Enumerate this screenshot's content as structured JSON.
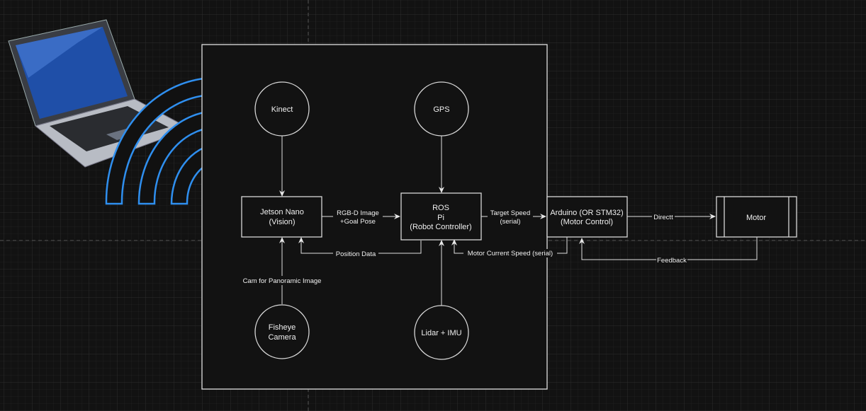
{
  "nodes": {
    "kinect": "Kinect",
    "gps": "GPS",
    "jetson": [
      "Jetson Nano",
      "(Vision)"
    ],
    "ros": [
      "ROS",
      "Pi",
      "(Robot Controller)"
    ],
    "arduino": [
      "Arduino (OR STM32)",
      "(Motor Control)"
    ],
    "motor": "Motor",
    "fisheye": [
      "Fisheye",
      "Camera"
    ],
    "lidar": "Lidar + IMU"
  },
  "edges": {
    "rgbd": [
      "RGB-D Image",
      "+Goal Pose"
    ],
    "position": "Position Data",
    "target_speed": [
      "Target Speed",
      "(serial)"
    ],
    "motor_speed": "Motor Current Speed (serial)",
    "direct": "Directt",
    "feedback": "Feedback",
    "cam": "Cam for Panoramic Image"
  },
  "colors": {
    "background": "#121212",
    "wifi": "#2f8fef",
    "stroke": "#d8d8d8"
  }
}
